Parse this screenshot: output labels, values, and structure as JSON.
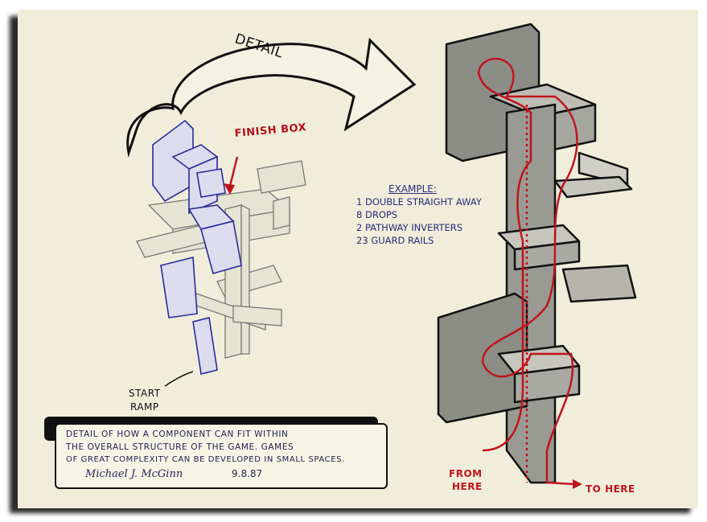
{
  "arrow_label": "DETAIL",
  "labels": {
    "finish_box": "FINISH BOX",
    "start_ramp_1": "START",
    "start_ramp_2": "RAMP",
    "from_here_1": "FROM",
    "from_here_2": "HERE",
    "to_here": "TO HERE"
  },
  "example": {
    "heading": "EXAMPLE:",
    "items": [
      "1 DOUBLE STRAIGHT AWAY",
      "8 DROPS",
      "2 PATHWAY INVERTERS",
      "23 GUARD RAILS"
    ]
  },
  "caption": {
    "lines": [
      "DETAIL OF HOW A COMPONENT CAN FIT WITHIN",
      "THE OVERALL STRUCTURE OF THE GAME. GAMES",
      "OF GREAT COMPLEXITY CAN BE DEVELOPED IN SMALL SPACES."
    ],
    "signature": "Michael J. McGinn",
    "date": "9.8.87"
  },
  "colors": {
    "paper": "#f0eedb",
    "ink_blue": "#2a2a7a",
    "ink_red": "#c0141c",
    "gray": "#8a8a86"
  }
}
